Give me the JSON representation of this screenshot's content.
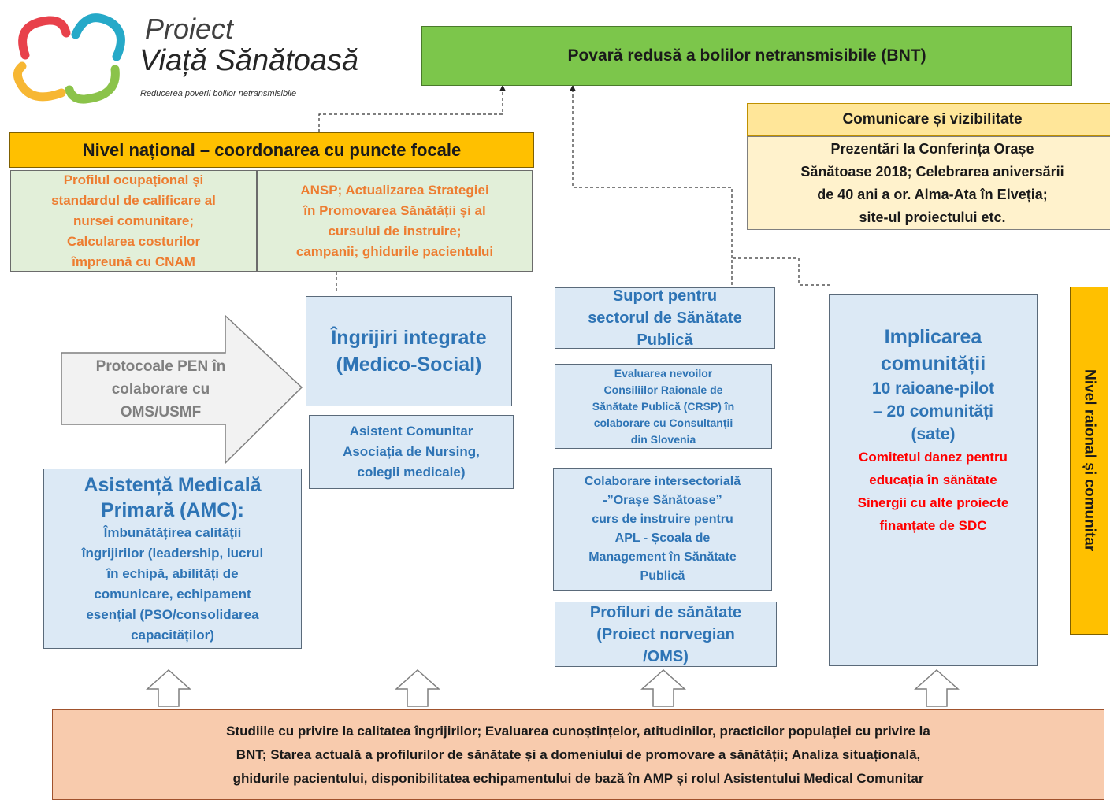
{
  "logo": {
    "line1": "Proiect",
    "line2": "Viață Sănătoasă",
    "tagline": "Reducerea poverii bolilor netransmisibile",
    "colors": [
      "#e8414b",
      "#f7b733",
      "#8bc34a",
      "#26a9c8"
    ]
  },
  "goal": {
    "text": "Povară redusă a bolilor netransmisibile (BNT)"
  },
  "communication": {
    "title": "Comunicare și vizibilitate",
    "body": [
      "Prezentări la Conferința Orașe",
      "Sănătoase 2018; Celebrarea aniversării",
      "de 40 ani a or. Alma-Ata în Elveția;",
      "site-ul proiectului etc."
    ]
  },
  "national": {
    "title": "Nivel național – coordonarea cu puncte focale",
    "left": [
      "Profilul ocupațional și",
      "standardul de calificare al",
      "nursei comunitare;",
      "Calcularea costurilor",
      "împreună cu CNAM"
    ],
    "right": [
      "ANSP; Actualizarea Strategiei",
      "în Promovarea Sănătății și al",
      "cursului de instruire;",
      "campanii; ghidurile pacientului"
    ]
  },
  "pen_arrow": {
    "lines": [
      "Protocoale PEN în",
      "colaborare cu",
      "OMS/USMF"
    ]
  },
  "amp": {
    "title": [
      "Asistență Medicală",
      "Primară (AMC):"
    ],
    "body": [
      "Îmbunătățirea calității",
      "îngrijirilor (leadership, lucrul",
      "în echipă, abilități de",
      "comunicare, echipament",
      "esențial (PSO/consolidarea",
      "capacităților)"
    ]
  },
  "integrated": {
    "lines": [
      "Îngrijiri integrate",
      "(Medico-Social)"
    ]
  },
  "community_assistant": {
    "lines": [
      "Asistent Comunitar",
      "Asociația de Nursing,",
      "colegii medicale)"
    ]
  },
  "public_health": {
    "support": [
      "Suport pentru",
      "sectorul de Sănătate",
      "Publică"
    ],
    "assessment": [
      "Evaluarea nevoilor",
      "Consiliilor Raionale de",
      "Sănătate Publică (CRSP) în",
      "colaborare cu Consultanții",
      "din Slovenia"
    ],
    "intersectoral": [
      "Colaborare intersectorială",
      "-”Orașe Sănătoase”",
      "curs de instruire pentru",
      "APL - Școala de",
      "Management în Sănătate",
      "Publică"
    ],
    "profiles": [
      "Profiluri de sănătate",
      "(Proiect norvegian",
      "/OMS)"
    ]
  },
  "community": {
    "title": [
      "Implicarea",
      "comunității"
    ],
    "sub": [
      "10 raioane-pilot",
      "– 20 comunități",
      "(sate)"
    ],
    "red": [
      "Comitetul danez pentru",
      "educația în sănătate",
      "Sinergii cu alte proiecte",
      "finanțate de SDC"
    ]
  },
  "raion_label": "Nivel raional și comunitar",
  "studies": {
    "lines": [
      "Studiile cu privire la calitatea îngrijirilor; Evaluarea cunoștințelor, atitudinilor, practicilor populației cu privire la",
      "BNT; Starea actuală a profilurilor de sănătate și a domeniului de promovare a sănătății; Analiza situațională,",
      "ghidurile pacientului, disponibilitatea echipamentului de bază în AMP și rolul Asistentului Medical Comunitar"
    ]
  },
  "colors": {
    "goal_green": "#7cc64b",
    "national_orange": "#ffc000",
    "communication_header": "#ffe699",
    "communication_body": "#fff2cc",
    "box_blue": "#dce9f5",
    "text_blue": "#2e74b5",
    "box_green": "#e2efd9",
    "text_orange": "#ed7d31",
    "text_red": "#ff0000",
    "studies_bg": "#f8cbad"
  }
}
